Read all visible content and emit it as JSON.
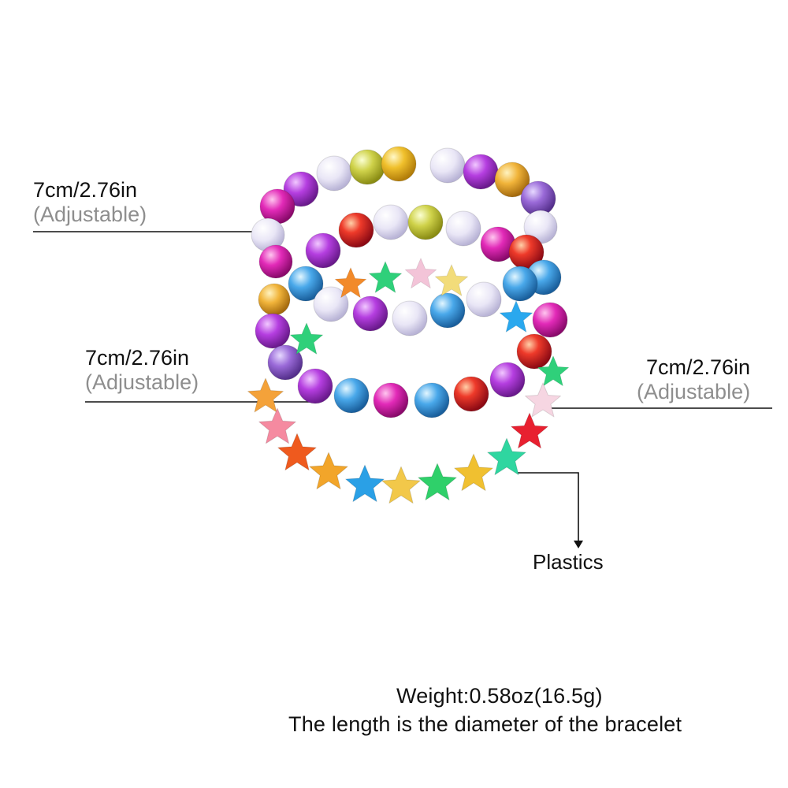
{
  "labels": {
    "top": {
      "size": "7cm/2.76in",
      "note": "(Adjustable)"
    },
    "middle": {
      "size": "7cm/2.76in",
      "note": "(Adjustable)"
    },
    "right": {
      "size": "7cm/2.76in",
      "note": "(Adjustable)"
    },
    "material": "Plastics"
  },
  "footer": {
    "weight": "Weight:0.58oz(16.5g)",
    "note": "The length is the diameter of the bracelet"
  },
  "colors": {
    "text": "#111111",
    "subtext": "#8e8e8e",
    "bead_purple": "#b23ad6",
    "bead_blue": "#3fa4e8",
    "bead_yellow": "#f3c531",
    "bead_red": "#e2242f",
    "bead_green": "#2fd6a0",
    "bead_clear": "#e8e4f4"
  }
}
